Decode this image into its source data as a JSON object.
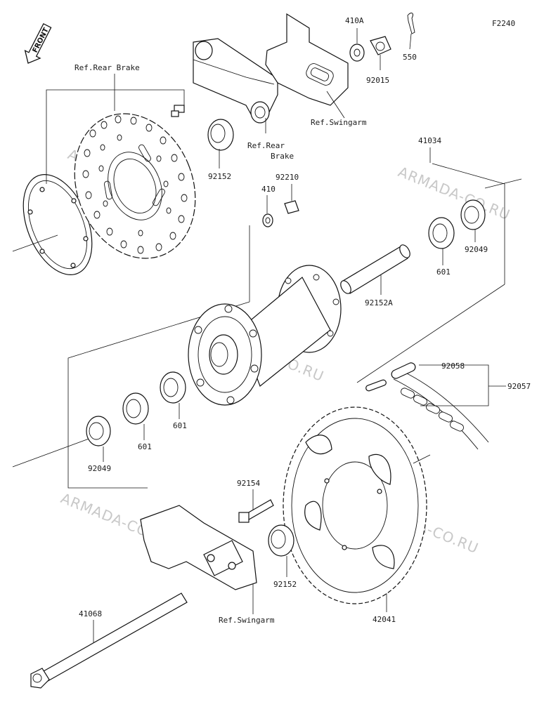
{
  "diagram": {
    "code": "F2240",
    "front_label": "FRONT",
    "watermark": "ARMADA-CO.RU",
    "references": {
      "rear_brake_1": "Ref.Rear Brake",
      "rear_brake_2a": "Ref.Rear",
      "rear_brake_2b": "Brake",
      "swingarm_top": "Ref.Swingarm",
      "swingarm_bottom": "Ref.Swingarm"
    },
    "parts": {
      "p410A": "410A",
      "p92015": "92015",
      "p550": "550",
      "p92152_top": "92152",
      "p410": "410",
      "p92210": "92210",
      "p41034": "41034",
      "p92049_right": "92049",
      "p601_right": "601",
      "p92152A": "92152A",
      "p92058": "92058",
      "p92057": "92057",
      "p601_a": "601",
      "p601_b": "601",
      "p92049_left": "92049",
      "p92154": "92154",
      "p92152_bottom": "92152",
      "p42041": "42041",
      "p41068": "41068"
    }
  }
}
